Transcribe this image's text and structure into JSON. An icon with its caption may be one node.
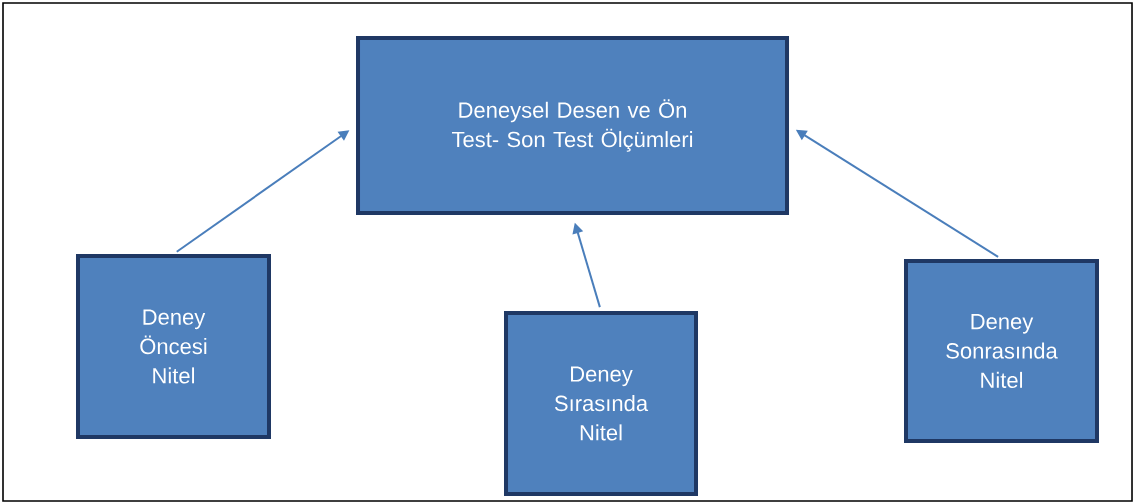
{
  "diagram": {
    "nodes": [
      {
        "text": [
          "Deneysel Desen ve Ön Test- Son Test Ölçümleri"
        ]
      },
      {
        "text": [
          "Deney Öncesi Nitel"
        ]
      },
      {
        "text": [
          "Deney Sırasında Nitel"
        ]
      },
      {
        "text": [
          "Deney Sonrasında Nitel"
        ]
      }
    ],
    "edges": [
      {
        "from": 1,
        "to": 0,
        "arrow": "to"
      },
      {
        "from": 2,
        "to": 0,
        "arrow": "to"
      },
      {
        "from": 3,
        "to": 0,
        "arrow": "to"
      }
    ]
  }
}
